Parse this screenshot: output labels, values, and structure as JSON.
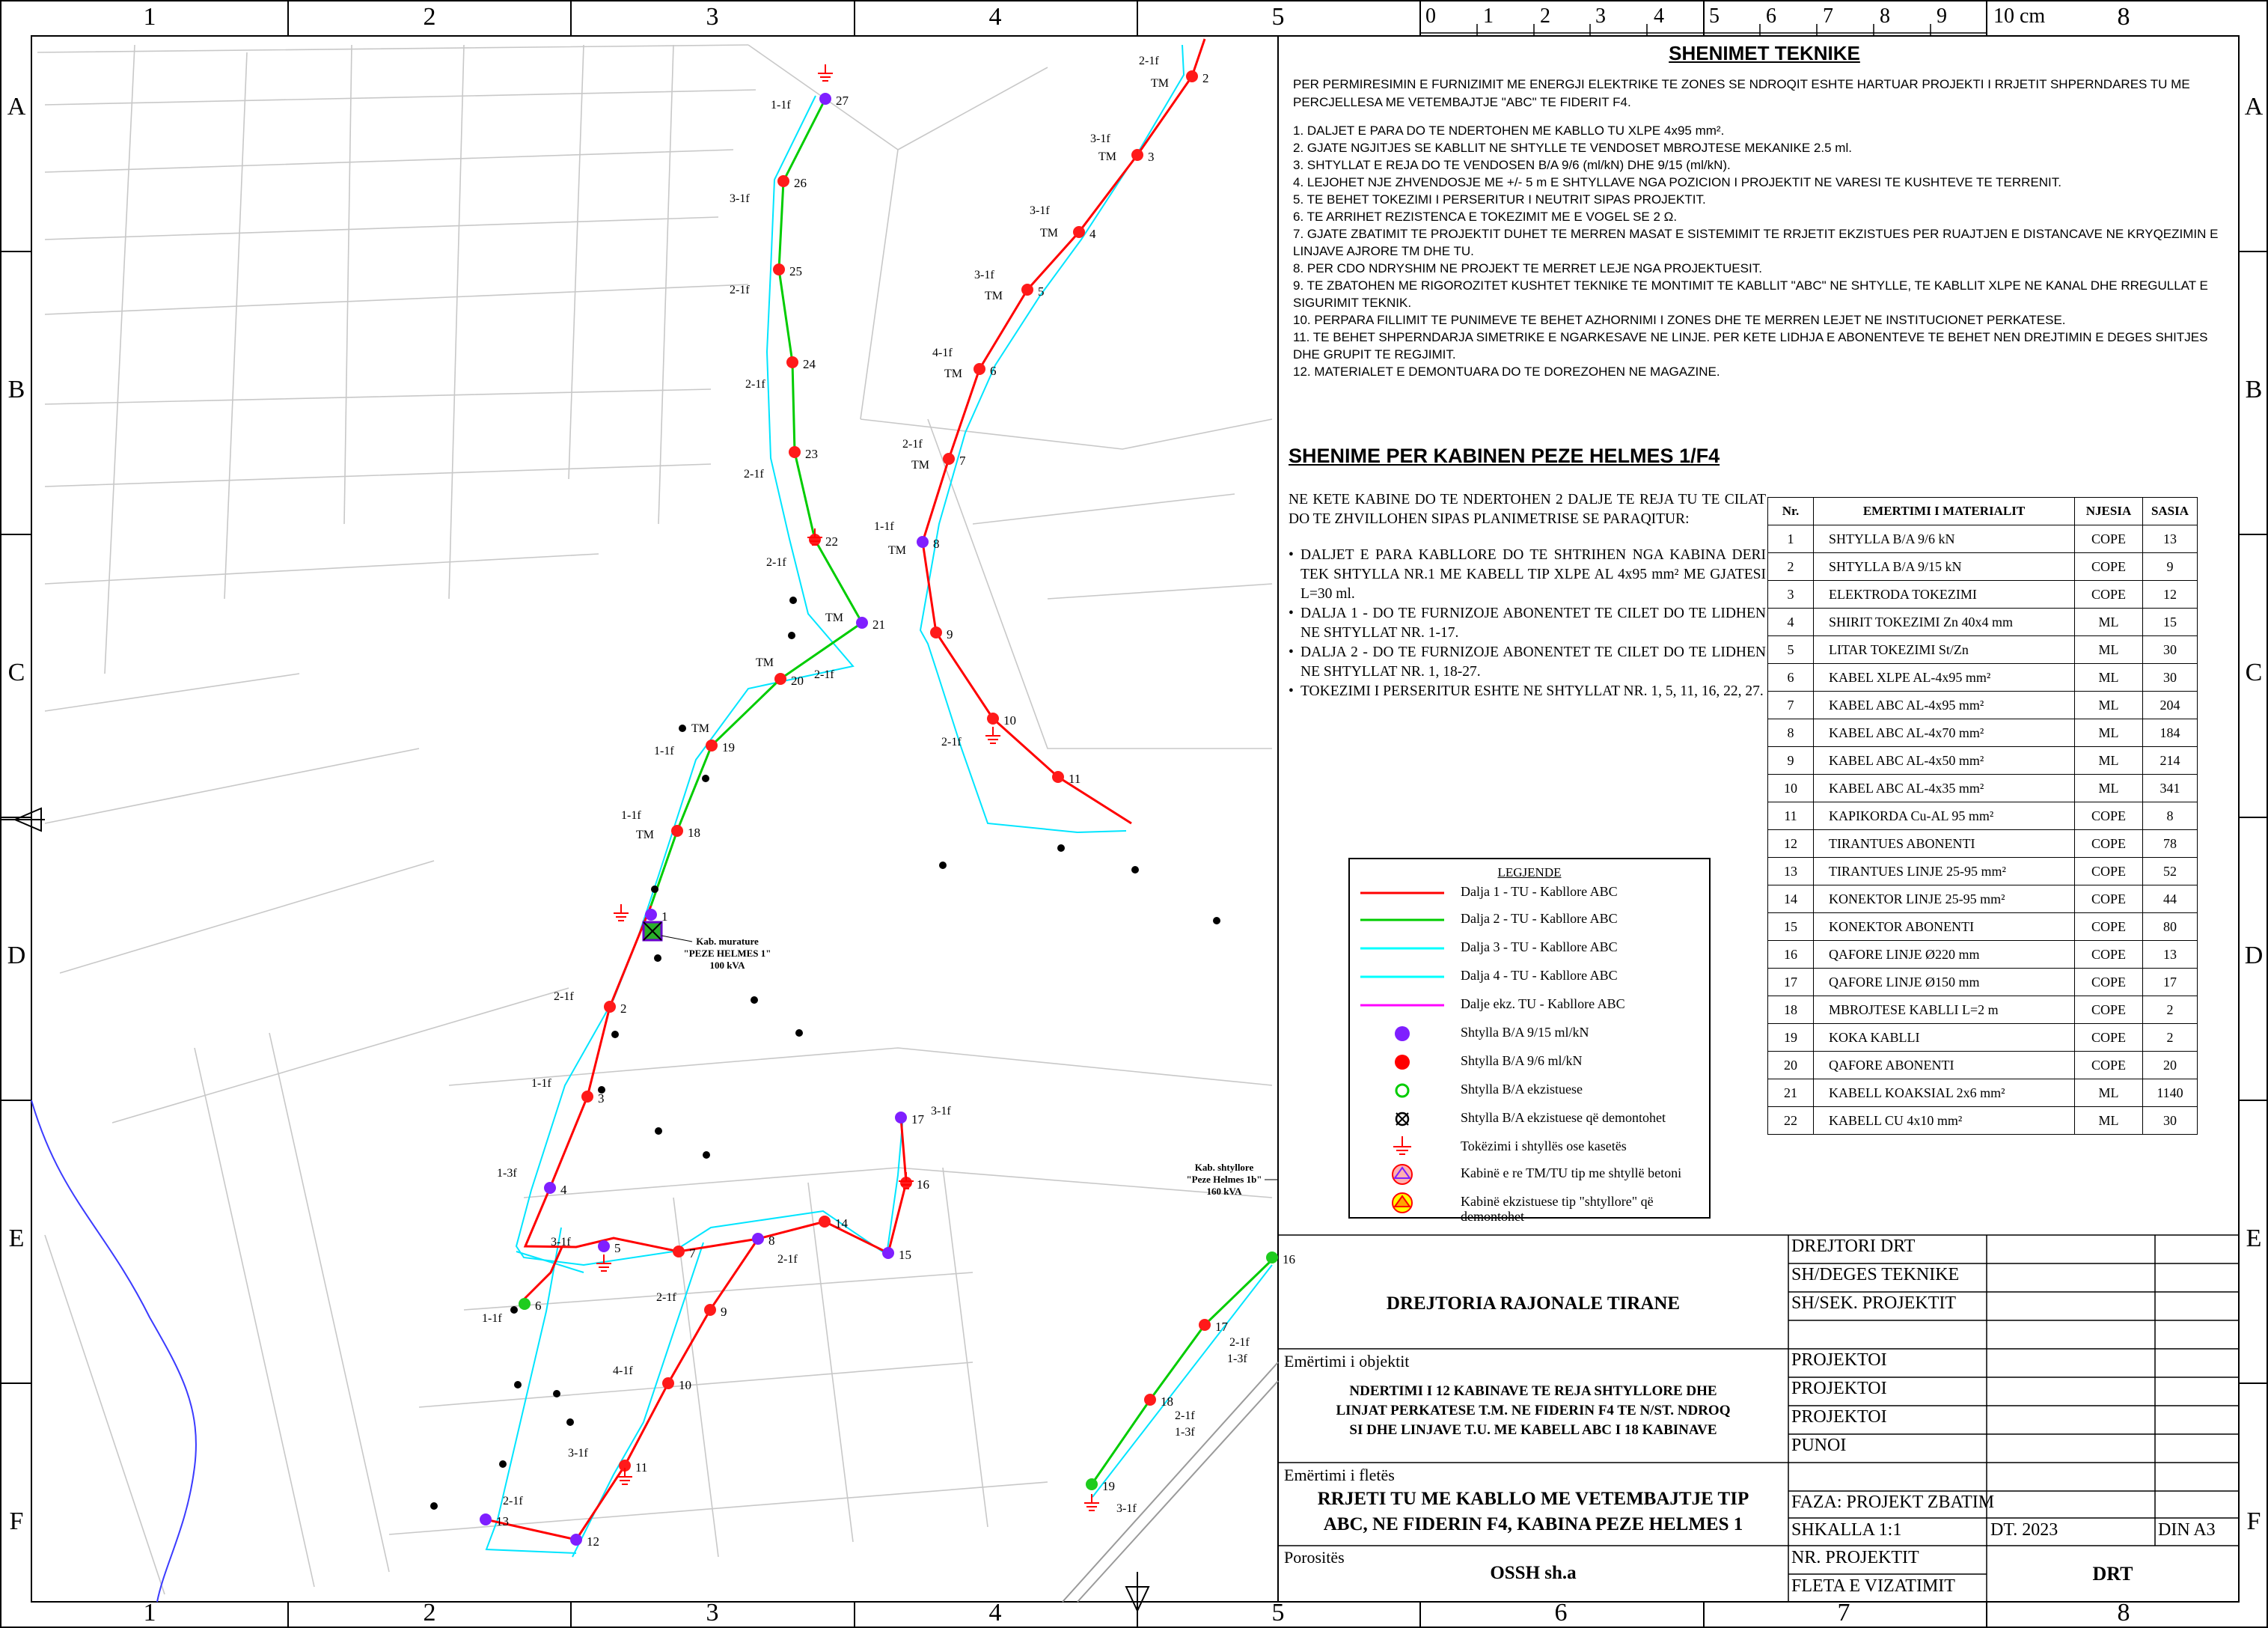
{
  "grid": {
    "columns": [
      "1",
      "2",
      "3",
      "4",
      "5",
      "6",
      "7",
      "8"
    ],
    "rows": [
      "A",
      "B",
      "C",
      "D",
      "E",
      "F"
    ],
    "scale_ticks": [
      "0",
      "1",
      "2",
      "3",
      "4",
      "5",
      "6",
      "7",
      "8",
      "9",
      "10 cm"
    ]
  },
  "notes": {
    "title": "SHENIMET TEKNIKE",
    "intro": "PER PERMIRESIMIN E FURNIZIMIT ME ENERGJI ELEKTRIKE TE ZONES SE NDROQIT ESHTE HARTUAR PROJEKTI I RRJETIT SHPERNDARES TU ME PERCJELLESA ME VETEMBAJTJE \"ABC\" TE FIDERIT F4.",
    "items": [
      "1.  DALJET E PARA DO TE NDERTOHEN ME KABLLO TU XLPE 4x95 mm².",
      "2.  GJATE NGJITJES SE KABLLIT NE SHTYLLE TE VENDOSET MBROJTESE MEKANIKE 2.5 ml.",
      "3.  SHTYLLAT E REJA DO TE VENDOSEN B/A 9/6 (ml/kN) DHE 9/15 (ml/kN).",
      "4.  LEJOHET NJE ZHVENDOSJE ME +/- 5 m E SHTYLLAVE NGA POZICION I PROJEKTIT NE VARESI TE KUSHTEVE TE TERRENIT.",
      "5.  TE BEHET TOKEZIMI I PERSERITUR I NEUTRIT SIPAS PROJEKTIT.",
      "6.  TE ARRIHET REZISTENCA E TOKEZIMIT ME E VOGEL SE 2 Ω.",
      "7.  GJATE ZBATIMIT TE PROJEKTIT DUHET TE MERREN MASAT E SISTEMIMIT TE RRJETIT EKZISTUES PER RUAJTJEN E DISTANCAVE NE KRYQEZIMIN E LINJAVE AJRORE TM DHE TU.",
      "8.  PER CDO NDRYSHIM NE PROJEKT TE MERRET LEJE NGA PROJEKTUESIT.",
      "9.  TE ZBATOHEN ME RIGOROZITET KUSHTET TEKNIKE TE MONTIMIT TE KABLLIT \"ABC\" NE SHTYLLE, TE KABLLIT XLPE NE KANAL DHE RREGULLAT E SIGURIMIT TEKNIK.",
      "10. PERPARA FILLIMIT TE PUNIMEVE TE BEHET AZHORNIMI I ZONES DHE TE MERREN LEJET NE INSTITUCIONET PERKATESE.",
      "11. TE BEHET SHPERNDARJA SIMETRIKE E NGARKESAVE NE LINJE. PER KETE LIDHJA E ABONENTEVE TE BEHET NEN DREJTIMIN E DEGES SHITJES DHE GRUPIT TE REGJIMIT.",
      "12. MATERIALET E DEMONTUARA DO TE DOREZOHEN NE MAGAZINE."
    ]
  },
  "kabine": {
    "title": "SHENIME PER KABINEN PEZE HELMES 1/F4",
    "intro": "NE KETE KABINE DO TE NDERTOHEN 2 DALJE TE REJA TU TE CILAT DO TE ZHVILLOHEN SIPAS PLANIMETRISE SE PARAQITUR:",
    "bullets": [
      "DALJET E PARA KABLLORE DO TE SHTRIHEN NGA KABINA DERI TEK SHTYLLA NR.1 ME KABELL TIP XLPE AL 4x95 mm² ME GJATESI L=30 ml.",
      "DALJA 1 - DO TE FURNIZOJE ABONENTET TE CILET DO TE LIDHEN NE SHTYLLAT NR. 1-17.",
      "DALJA 2 - DO TE FURNIZOJE ABONENTET TE CILET DO TE LIDHEN NE SHTYLLAT NR. 1, 18-27.",
      "TOKEZIMI I PERSERITUR ESHTE NE SHTYLLAT NR. 1, 5, 11, 16, 22, 27."
    ]
  },
  "materials": {
    "headers": [
      "Nr.",
      "EMERTIMI I MATERIALIT",
      "NJESIA",
      "SASIA"
    ],
    "rows": [
      [
        "1",
        "SHTYLLA B/A 9/6 kN",
        "COPE",
        "13"
      ],
      [
        "2",
        "SHTYLLA B/A 9/15 kN",
        "COPE",
        "9"
      ],
      [
        "3",
        "ELEKTRODA TOKEZIMI",
        "COPE",
        "12"
      ],
      [
        "4",
        "SHIRIT TOKEZIMI Zn 40x4 mm",
        "ML",
        "15"
      ],
      [
        "5",
        "LITAR TOKEZIMI St/Zn",
        "ML",
        "30"
      ],
      [
        "6",
        "KABEL XLPE AL-4x95 mm²",
        "ML",
        "30"
      ],
      [
        "7",
        "KABEL ABC AL-4x95 mm²",
        "ML",
        "204"
      ],
      [
        "8",
        "KABEL ABC AL-4x70 mm²",
        "ML",
        "184"
      ],
      [
        "9",
        "KABEL ABC AL-4x50 mm²",
        "ML",
        "214"
      ],
      [
        "10",
        "KABEL ABC AL-4x35 mm²",
        "ML",
        "341"
      ],
      [
        "11",
        "KAPIKORDA Cu-AL 95 mm²",
        "COPE",
        "8"
      ],
      [
        "12",
        "TIRANTUES ABONENTI",
        "COPE",
        "78"
      ],
      [
        "13",
        "TIRANTUES LINJE 25-95 mm²",
        "COPE",
        "52"
      ],
      [
        "14",
        "KONEKTOR LINJE 25-95 mm²",
        "COPE",
        "44"
      ],
      [
        "15",
        "KONEKTOR ABONENTI",
        "COPE",
        "80"
      ],
      [
        "16",
        "QAFORE LINJE Ø220 mm",
        "COPE",
        "13"
      ],
      [
        "17",
        "QAFORE LINJE Ø150 mm",
        "COPE",
        "17"
      ],
      [
        "18",
        "MBROJTESE KABLLI L=2 m",
        "COPE",
        "2"
      ],
      [
        "19",
        "KOKA KABLLI",
        "COPE",
        "2"
      ],
      [
        "20",
        "QAFORE ABONENTI",
        "COPE",
        "20"
      ],
      [
        "21",
        "KABELL KOAKSIAL 2x6 mm²",
        "ML",
        "1140"
      ],
      [
        "22",
        "KABELL CU 4x10 mm²",
        "ML",
        "30"
      ]
    ]
  },
  "legend": {
    "title": "LEGJENDE",
    "items": [
      {
        "label": "Dalja 1 - TU - Kabllore ABC",
        "color": "#ff0000",
        "kind": "line"
      },
      {
        "label": "Dalja 2 - TU - Kabllore ABC",
        "color": "#00cc00",
        "kind": "line"
      },
      {
        "label": "Dalja 3 - TU - Kabllore ABC",
        "color": "#00ffff",
        "kind": "line"
      },
      {
        "label": "Dalja 4 - TU - Kabllore ABC",
        "color": "#00ffff",
        "kind": "line"
      },
      {
        "label": "Dalje ekz. TU - Kabllore ABC",
        "color": "#ff00ff",
        "kind": "line"
      },
      {
        "label": "Shtylla B/A 9/15 ml/kN",
        "color": "#7f1fff",
        "kind": "dot"
      },
      {
        "label": "Shtylla B/A 9/6 ml/kN",
        "color": "#ff0000",
        "kind": "dot"
      },
      {
        "label": "Shtylla B/A ekzistuese",
        "color": "#00cc00",
        "kind": "ring"
      },
      {
        "label": "Shtylla B/A ekzistuese që demontohet",
        "color": "#000000",
        "kind": "xring"
      },
      {
        "label": "Tokëzimi i shtyllës ose kasetës",
        "color": "#ff0000",
        "kind": "earth"
      },
      {
        "label": "Kabinë e re TM/TU tip me shtyllë betoni",
        "color": "#ff0000",
        "kind": "cabin"
      },
      {
        "label": "Kabinë ekzistuese tip \"shtyllore\" që demontohet",
        "color": "#ff0000",
        "kind": "cabin-old"
      }
    ]
  },
  "map": {
    "cabin1_label": [
      "Kab. murature",
      "\"PEZE HELMES 1\"",
      "100 kVA"
    ],
    "cabin2_label": [
      "Kab. shtyllore",
      "\"Peze Helmes 1b\"",
      "160 kVA"
    ]
  },
  "titleblock": {
    "org": "DREJTORIA RAJONALE TIRANE",
    "roles": [
      "DREJTORI DRT",
      "SH/DEGES TEKNIKE",
      "SH/SEK. PROJEKTIT",
      "",
      "PROJEKTOI",
      "PROJEKTOI",
      "PROJEKTOI",
      "PUNOI"
    ],
    "object_label": "Emërtimi i objektit",
    "object_name": [
      "NDERTIMI I 12 KABINAVE TE REJA SHTYLLORE DHE",
      "LINJAT PERKATESE T.M. NE FIDERIN F4 TE N/ST. NDROQ",
      "SI DHE LINJAVE T.U. ME KABELL ABC I 18 KABINAVE"
    ],
    "sheet_label": "Emërtimi i fletës",
    "sheet_name": [
      "RRJETI TU ME KABLLO ME VETEMBAJTJE TIP",
      "ABC, NE FIDERIN F4, KABINA PEZE HELMES 1"
    ],
    "phase": "FAZA: PROJEKT ZBATIM",
    "scale": "SHKALLA 1:1",
    "date": "DT. 2023",
    "paper": "DIN A3",
    "client_label": "Porositës",
    "client": "OSSH sh.a",
    "nr_projektit": "NR. PROJEKTIT",
    "fleta": "FLETA E VIZATIMIT",
    "code": "DRT"
  }
}
